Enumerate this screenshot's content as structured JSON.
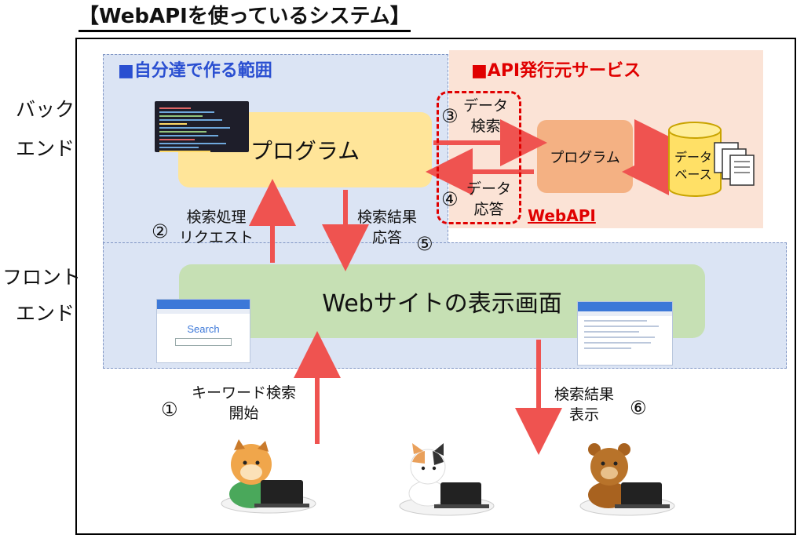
{
  "title": "【WebAPIを使っているシステム】",
  "regions": {
    "own_label": "■自分達で作る範囲",
    "api_label": "■API発行元サービス",
    "webapi_label": "WebAPI"
  },
  "side_labels": {
    "backend_1": "バック",
    "backend_2": "エンド",
    "frontend_1": "フロント",
    "frontend_2": "エンド"
  },
  "boxes": {
    "program": "プログラム",
    "website": "Webサイトの表示画面",
    "api_program": "プログラム",
    "database_1": "データ",
    "database_2": "ベース"
  },
  "steps": {
    "s1_num": "①",
    "s1_line1": "キーワード検索",
    "s1_line2": "開始",
    "s2_num": "②",
    "s2_line1": "検索処理",
    "s2_line2": "リクエスト",
    "s3_num": "③",
    "s3_line1": "データ",
    "s3_line2": "検索",
    "s4_num": "④",
    "s4_line1": "データ",
    "s4_line2": "応答",
    "s5_num": "⑤",
    "s5_line1": "検索結果",
    "s5_line2": "応答",
    "s6_num": "⑥",
    "s6_line1": "検索結果",
    "s6_line2": "表示"
  },
  "browser_search_logo": "Search",
  "colors": {
    "arrow": "#ef5350",
    "own_region": "#dbe4f4",
    "api_region": "#fbe3d6",
    "program_box": "#ffe599",
    "website_box": "#c6e0b4",
    "api_program_box": "#f4b183",
    "database": "#ffe066",
    "accent_red": "#e00000",
    "accent_blue": "#2a4fd1"
  },
  "icons": [
    "code-screenshot-icon",
    "search-browser-icon",
    "results-browser-icon",
    "document-stack-icon",
    "dog-user-icon",
    "cat-user-icon",
    "bear-user-icon"
  ]
}
